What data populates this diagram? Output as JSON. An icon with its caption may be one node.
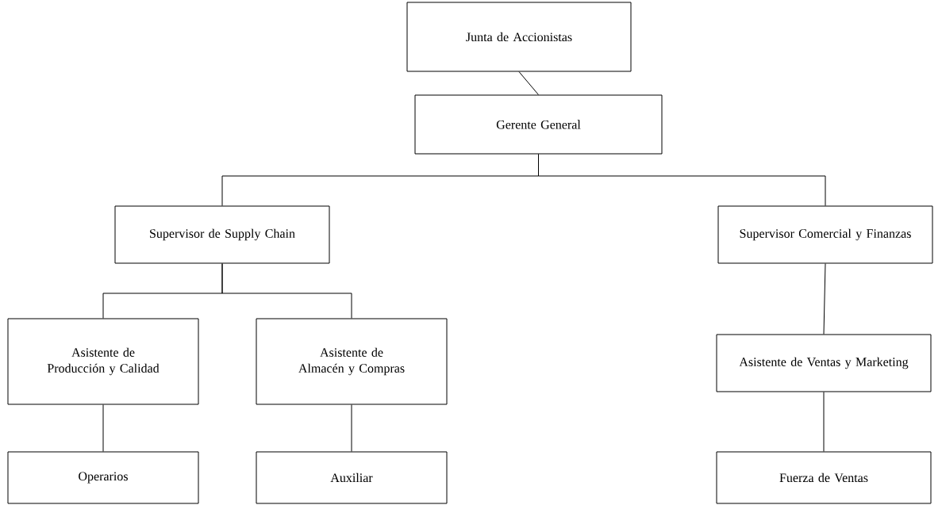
{
  "diagram": {
    "nodes": [
      {
        "text": [
          "Junta de Accionistas"
        ]
      },
      {
        "text": [
          "Gerente General"
        ]
      },
      {
        "text": [
          "Supervisor de Supply Chain"
        ]
      },
      {
        "text": [
          "Supervisor Comercial y Finanzas"
        ]
      },
      {
        "text": [
          "Asistente de Producción y Calidad"
        ]
      },
      {
        "text": [
          "Asistente de Almacén y Compras"
        ]
      },
      {
        "text": [
          "Asistente de Ventas y Marketing"
        ]
      },
      {
        "text": [
          "Operarios"
        ]
      },
      {
        "text": [
          "Auxiliar"
        ]
      },
      {
        "text": [
          "Fuerza de Ventas"
        ]
      }
    ],
    "edges": [
      {
        "from": 0,
        "to": 1,
        "arrow": "none"
      },
      {
        "from": 1,
        "to": 2,
        "arrow": "none"
      },
      {
        "from": 1,
        "to": 3,
        "arrow": "none"
      },
      {
        "from": 2,
        "to": 4,
        "arrow": "none"
      },
      {
        "from": 2,
        "to": 5,
        "arrow": "none"
      },
      {
        "from": 3,
        "to": 6,
        "arrow": "none"
      },
      {
        "from": 4,
        "to": 7,
        "arrow": "none"
      },
      {
        "from": 5,
        "to": 8,
        "arrow": "none"
      },
      {
        "from": 6,
        "to": 9,
        "arrow": "none"
      }
    ]
  }
}
